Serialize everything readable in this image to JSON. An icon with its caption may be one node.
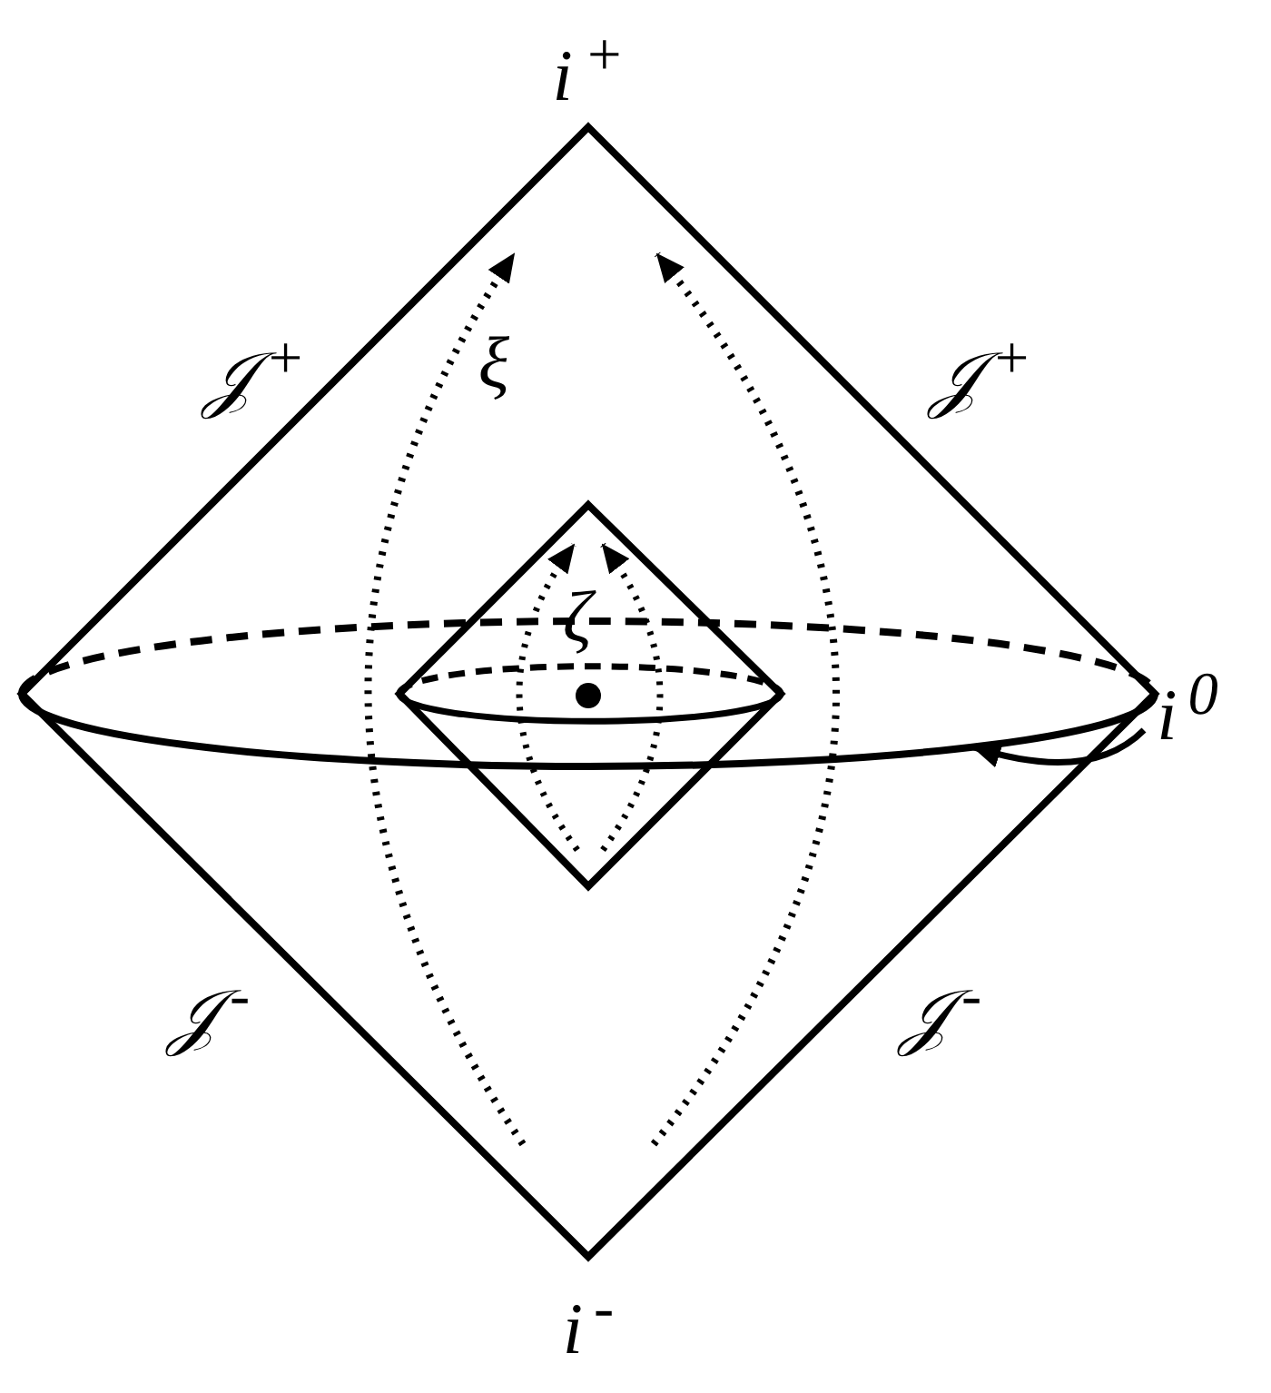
{
  "diagram": {
    "nodes": [
      {
        "text": [
          "i$^{0}$"
        ]
      },
      {
        "text": [],
        "shape": "ellipse"
      }
    ],
    "edges": [
      {
        "from": 0,
        "to": 1,
        "arrow": "to"
      }
    ],
    "labels": [
      "i$^{+}$",
      "𝒥$^{+}$",
      "ξ",
      "𝒥$^{+}$",
      "ζ",
      "𝒥$^{-}$",
      "𝒥$^{-}$",
      "i$^{-}$"
    ]
  }
}
